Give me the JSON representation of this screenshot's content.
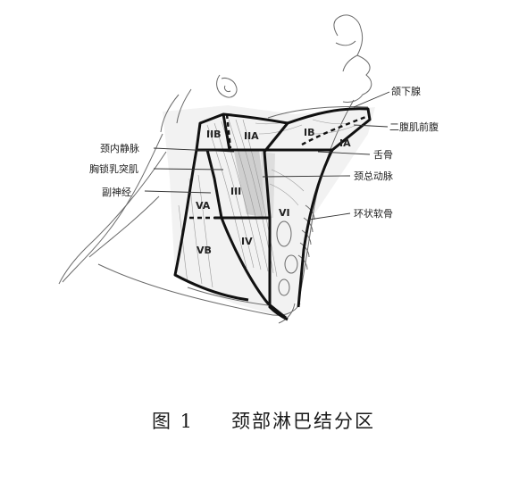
{
  "caption": {
    "figure_number": "图 1",
    "title": "颈部淋巴结分区"
  },
  "zones": {
    "IA": "IA",
    "IB": "IB",
    "IIA": "IIA",
    "IIB": "IIB",
    "III": "III",
    "IV": "IV",
    "VA": "VA",
    "VB": "VB",
    "VI": "VI"
  },
  "callouts": {
    "submandibular_gland": "颌下腺",
    "digastric_anterior_belly": "二腹肌前腹",
    "hyoid": "舌骨",
    "common_carotid": "颈总动脉",
    "cricoid_cartilage": "环状软骨",
    "internal_jugular_vein": "颈内静脉",
    "sternocleidomastoid": "胸锁乳突肌",
    "accessory_nerve": "副神经"
  }
}
